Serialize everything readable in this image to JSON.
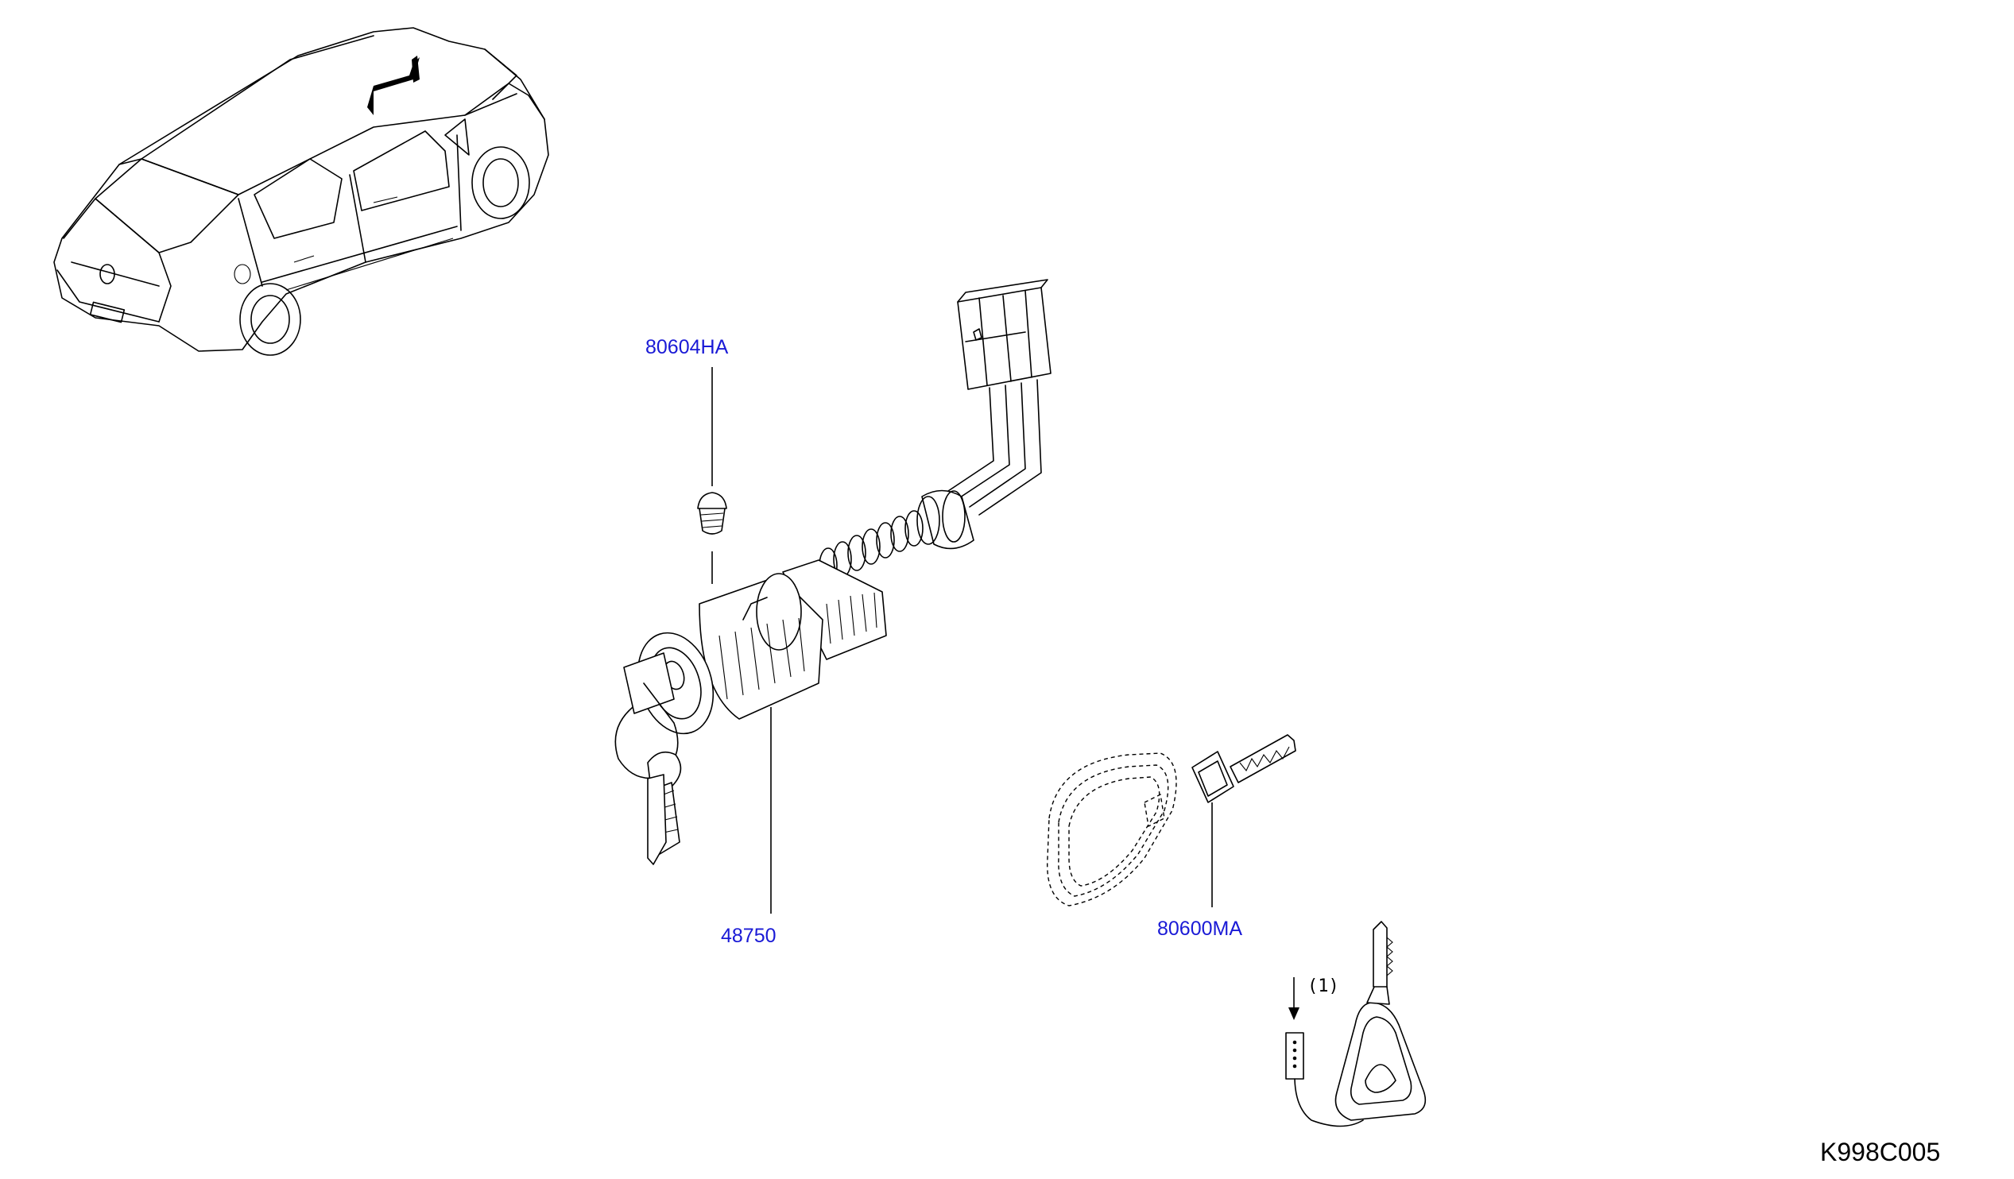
{
  "parts": [
    {
      "id": "screw",
      "label": "80604HA"
    },
    {
      "id": "lock-cylinder-set",
      "label": "48750"
    },
    {
      "id": "key-blank",
      "label": "80600MA"
    }
  ],
  "note_marker": "(1)",
  "diagram_code": "K998C005"
}
